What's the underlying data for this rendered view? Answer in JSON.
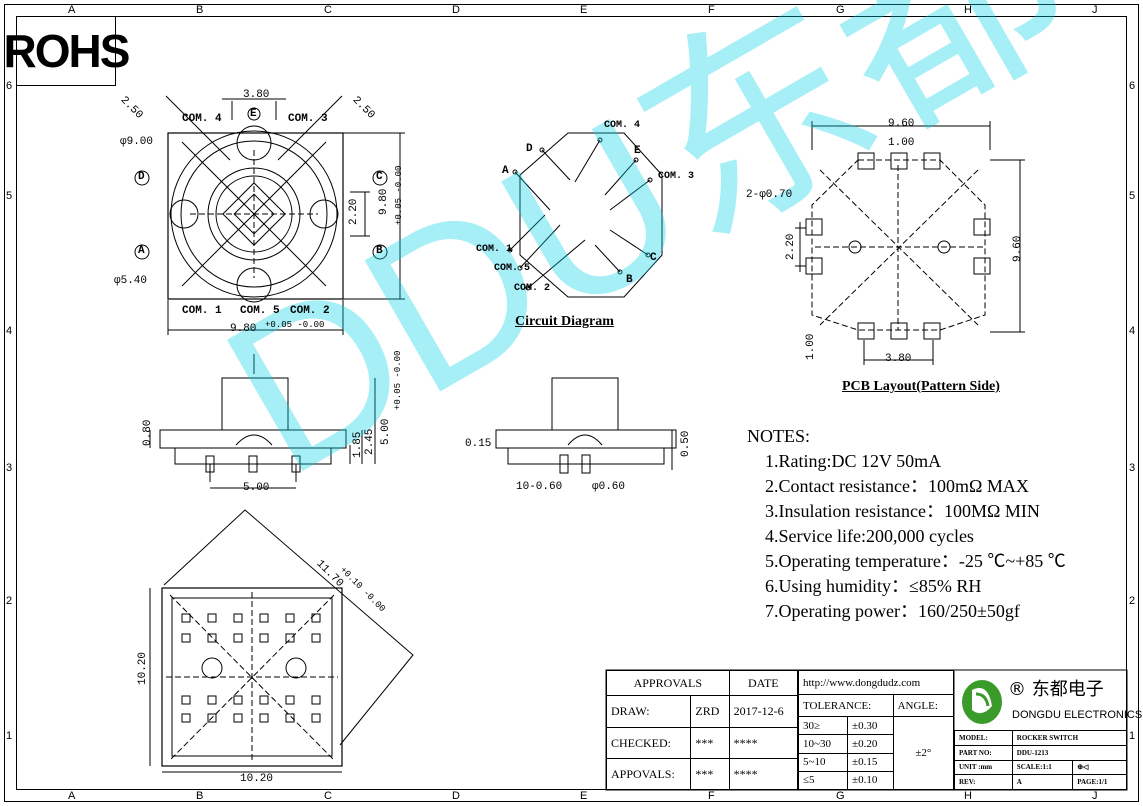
{
  "zones": {
    "cols": [
      "A",
      "B",
      "C",
      "D",
      "E",
      "F",
      "G",
      "H",
      "J"
    ],
    "rows": [
      "6",
      "5",
      "4",
      "3",
      "2",
      "1"
    ]
  },
  "rohs": "ROHS",
  "watermark": "DDU东都",
  "top_view": {
    "dim_top": "3.80",
    "dim_left_diag": "2.50",
    "dim_right_diag": "2.50",
    "dia_outer": "φ9.00",
    "dia_inner": "φ5.40",
    "dim_right": "9.80",
    "dim_right_tol": "+0.05 -0.00",
    "dim_bottom": "9.80",
    "dim_bottom_tol": "+0.05 -0.00",
    "dim_pitch": "2.20",
    "com4": "COM. 4",
    "com3": "COM. 3",
    "com1": "COM. 1",
    "com5": "COM. 5",
    "com2": "COM. 2",
    "e": "E",
    "d": "D",
    "c": "C",
    "a": "A",
    "b": "B"
  },
  "circuit": {
    "caption": "Circuit Diagram",
    "com4": "COM. 4",
    "e": "E",
    "com3": "COM. 3",
    "d": "D",
    "a": "A",
    "com1": "COM. 1",
    "com5": "COM. 5",
    "com2": "COM. 2",
    "c": "C",
    "b": "B"
  },
  "pcb": {
    "caption": "PCB Layout(Pattern Side)",
    "dim_top": "9.60",
    "dim_pitch": "1.00",
    "hole": "2-φ0.70",
    "dim_side": "2.20",
    "dim_right": "9.60",
    "dim_bottom": "3.80",
    "dim_bottom_left": "1.00"
  },
  "side_view": {
    "h1": "0.80",
    "h2": "1.85",
    "h3": "2.45",
    "h4": "5.00",
    "h4_tol": "+0.05 -0.00",
    "pitch": "5.00"
  },
  "side_view2": {
    "t1": "0.15",
    "t2": "0.50",
    "pin": "10-0.60",
    "pin_dia": "φ0.60"
  },
  "bottom_view": {
    "diag": "11.70",
    "diag_tol": "+0.10 -0.00",
    "h": "10.20",
    "w": "10.20"
  },
  "notes": {
    "title": "NOTES:",
    "items": [
      "1.Rating:DC 12V 50mA",
      "2.Contact resistance：100mΩ MAX",
      "3.Insulation resistance：100MΩ MIN",
      "4.Service life:200,000 cycles",
      "5.Operating temperature：-25 ℃~+85 ℃",
      "6.Using humidity：≤85% RH",
      "7.Operating power：160/250±50gf"
    ]
  },
  "title_block": {
    "approvals": "APPROVALS",
    "date": "DATE",
    "url": "http://www.dongdudz.com",
    "draw": "DRAW:",
    "draw_name": "ZRD",
    "draw_date": "2017-12-6",
    "checked": "CHECKED:",
    "checked_name": "***",
    "checked_date": "****",
    "appovals": "APPOVALS:",
    "appovals_name": "***",
    "appovals_date": "****",
    "tolerance": "TOLERANCE:",
    "angle": "ANGLE:",
    "angle_val": "±2°",
    "tol_rows": [
      [
        "30≥",
        "±0.30"
      ],
      [
        "10~30",
        "±0.20"
      ],
      [
        "5~10",
        "±0.15"
      ],
      [
        "≤5",
        "±0.10"
      ]
    ],
    "company_cn": "东都电子",
    "company_en": "DONGDU ELECTRONICS",
    "model_label": "MODEL:",
    "model": "ROCKER SWITCH",
    "part_label": "PART NO:",
    "part": "DDU-1213",
    "unit_label": "UNIT :mm",
    "scale_label": "SCALE:1:1",
    "rev_label": "REV:",
    "rev": "A",
    "page_label": "PAGE:1/1"
  }
}
